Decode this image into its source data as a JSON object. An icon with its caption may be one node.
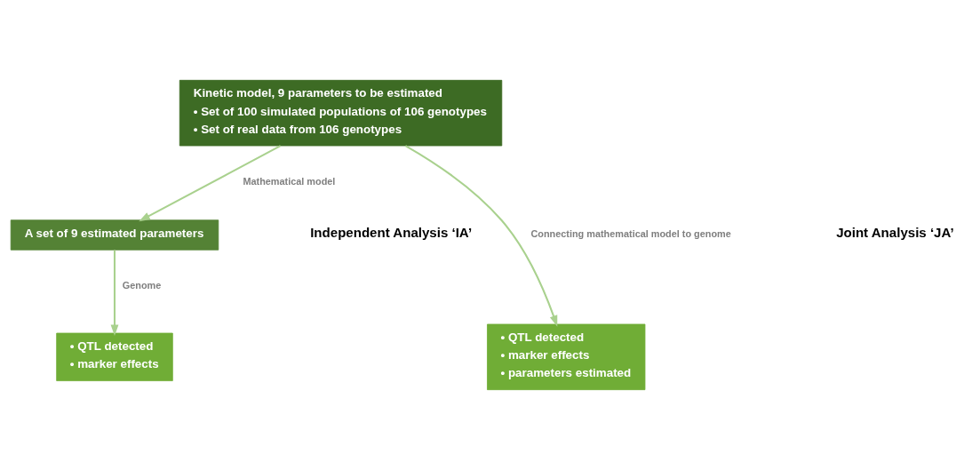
{
  "diagram": {
    "nodes": [
      {
        "text": [
          "Kinetic model, 9 parameters to be estimated",
          "• Set of 100 simulated populations of 106 genotypes",
          "• Set of real data from 106 genotypes"
        ]
      },
      {
        "text": [
          "A set of 9 estimated parameters"
        ]
      },
      {
        "text": [
          "• QTL detected",
          "• marker effects"
        ]
      },
      {
        "text": [
          "• QTL detected",
          "• marker effects",
          "• parameters estimated"
        ]
      }
    ],
    "edges": [
      {
        "from": 0,
        "to": 1,
        "arrow": "to",
        "label": "Mathematical model"
      },
      {
        "from": 1,
        "to": 2,
        "arrow": "to",
        "label": "Genome"
      },
      {
        "from": 0,
        "to": 3,
        "arrow": "to",
        "label": "Connecting mathematical model to genome"
      }
    ],
    "labels": [
      "Independent Analysis ‘IA’",
      "Joint Analysis ‘JA’"
    ]
  }
}
